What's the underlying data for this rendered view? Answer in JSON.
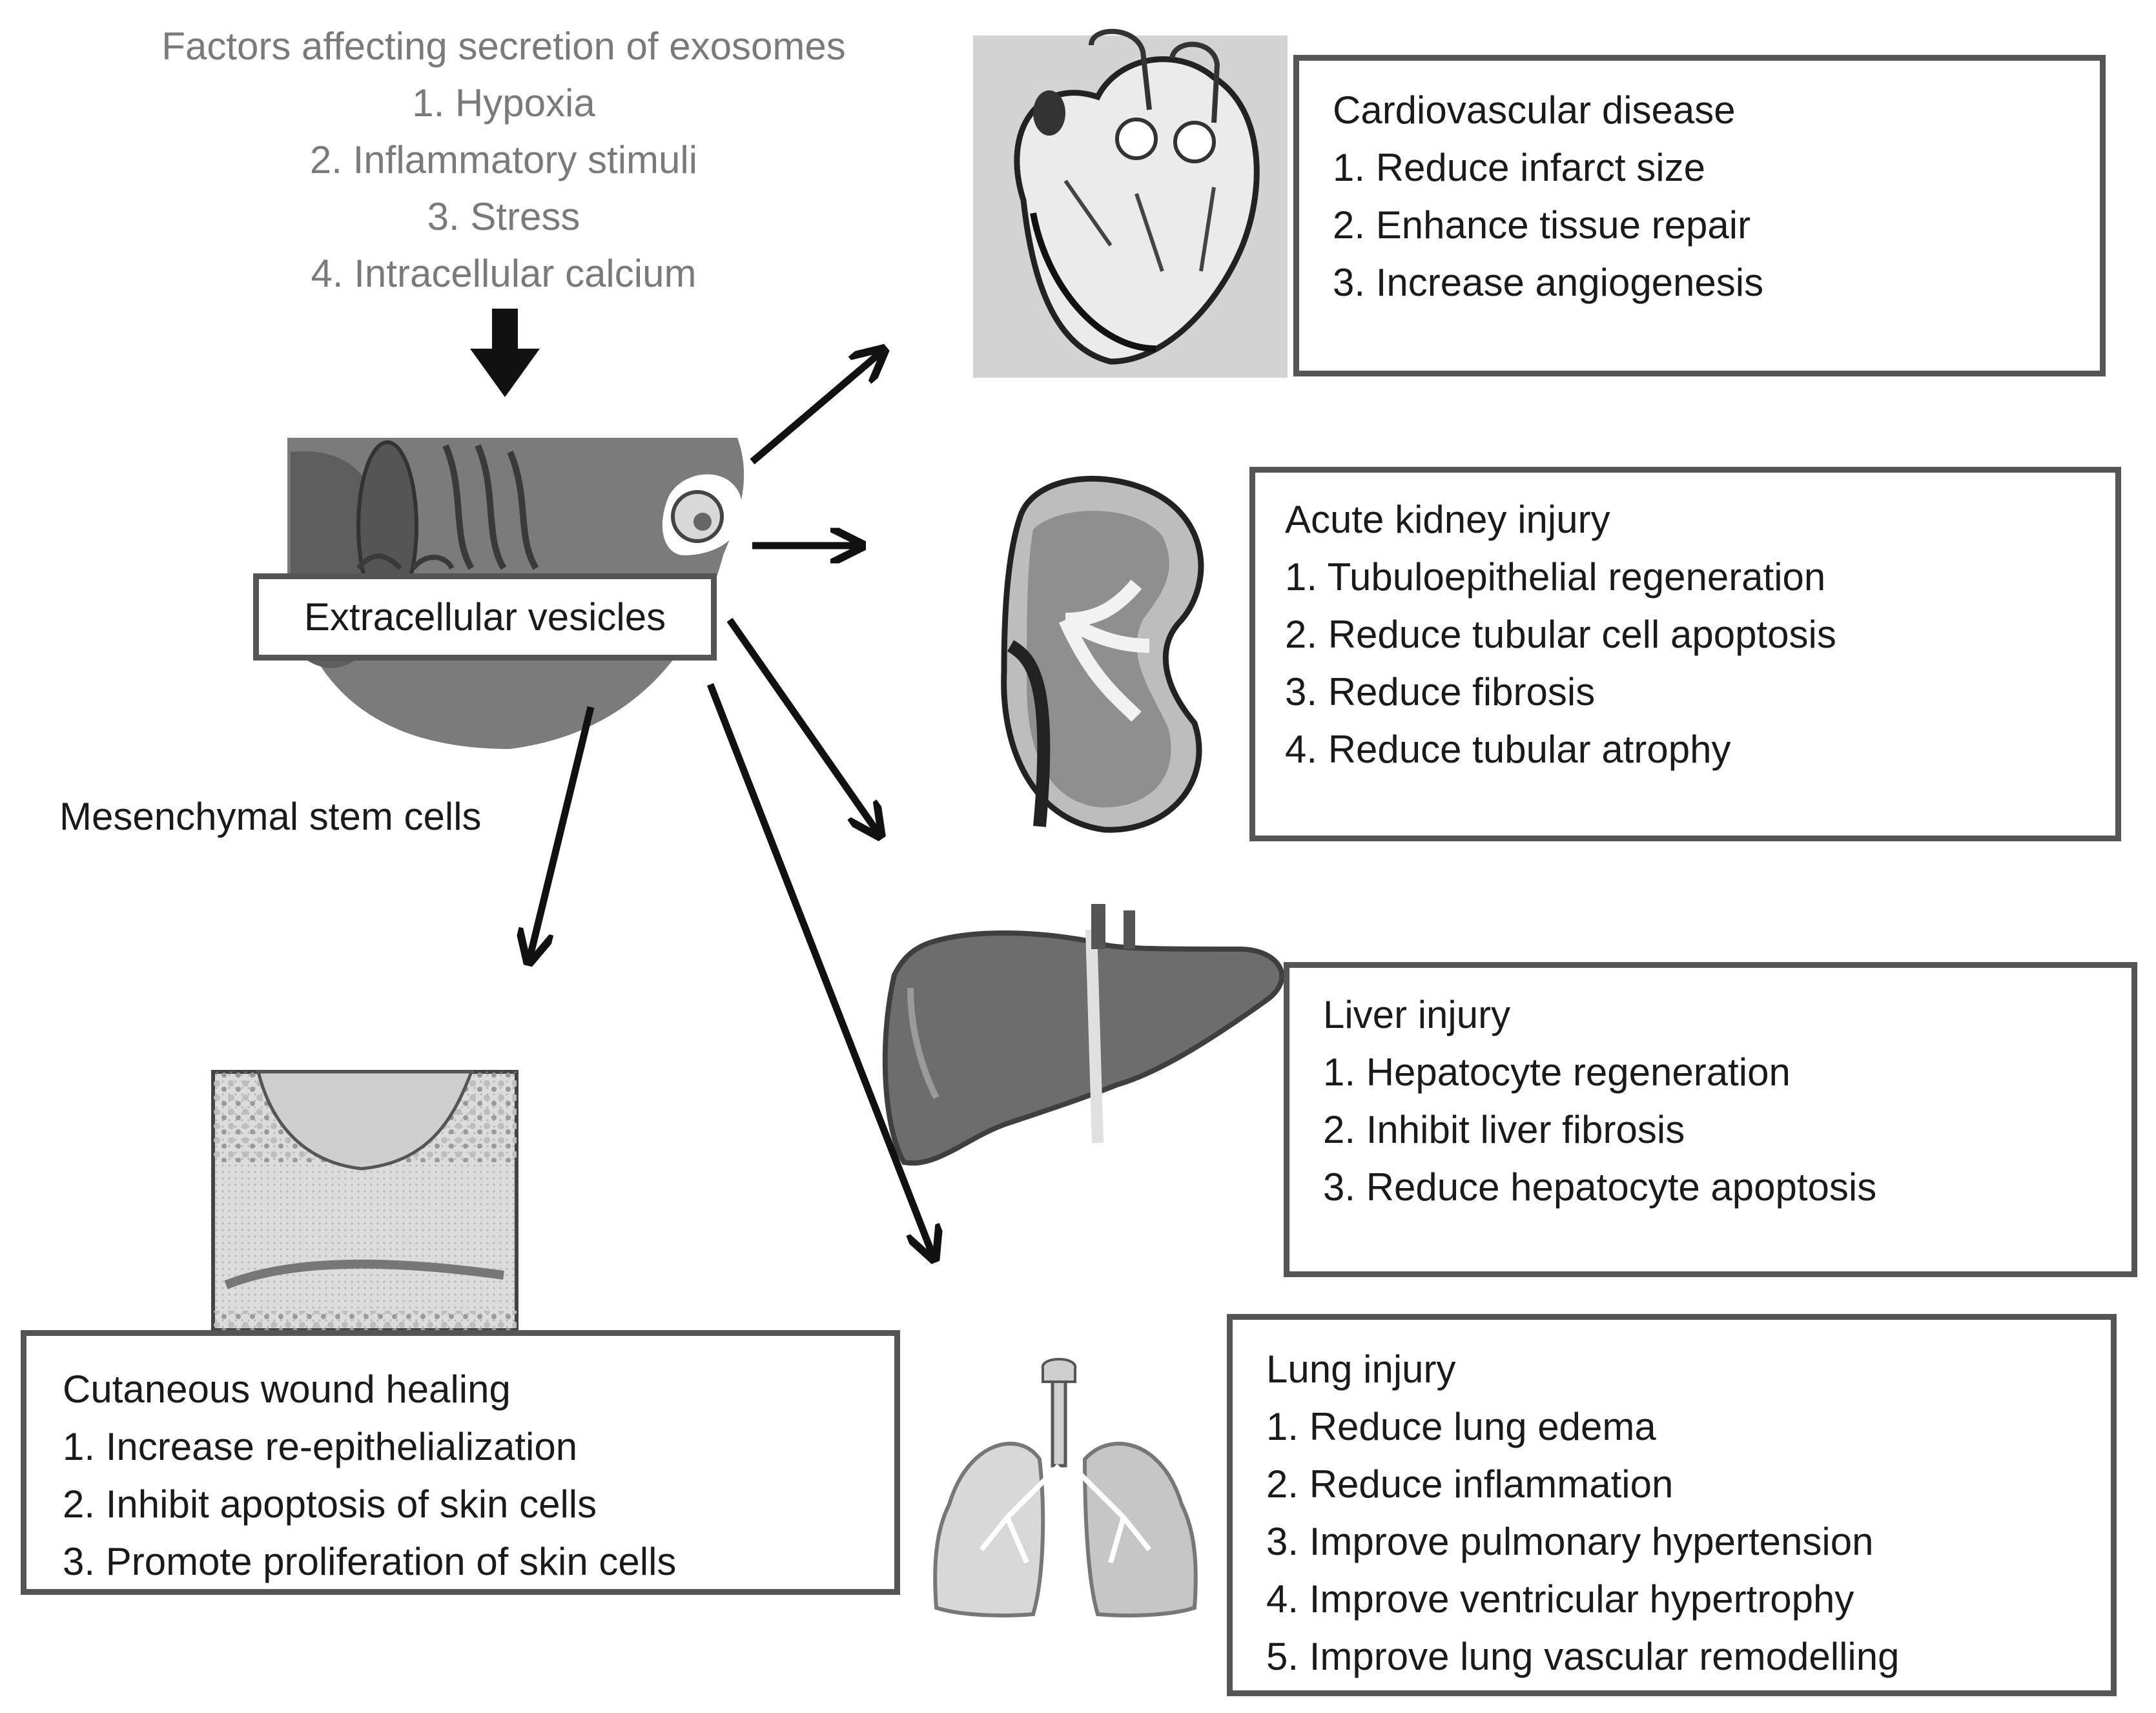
{
  "factors": {
    "title": "Factors affecting secretion of exosomes",
    "items": [
      "1. Hypoxia",
      "2. Inflammatory stimuli",
      "3. Stress",
      "4. Intracellular calcium"
    ]
  },
  "center": {
    "vesicles_label": "Extracellular vesicles",
    "stem_cells_label": "Mesenchymal stem cells"
  },
  "boxes": {
    "cardio": {
      "title": "Cardiovascular disease",
      "items": [
        "1. Reduce infarct size",
        "2. Enhance tissue repair",
        "3. Increase angiogenesis"
      ]
    },
    "kidney": {
      "title": "Acute kidney injury",
      "items": [
        "1. Tubuloepithelial regeneration",
        "2. Reduce tubular cell apoptosis",
        "3. Reduce fibrosis",
        "4. Reduce tubular atrophy"
      ]
    },
    "liver": {
      "title": "Liver injury",
      "items": [
        "1. Hepatocyte regeneration",
        "2. Inhibit liver fibrosis",
        "3. Reduce hepatocyte apoptosis"
      ]
    },
    "lung": {
      "title": "Lung injury",
      "items": [
        "1. Reduce lung edema",
        "2. Reduce inflammation",
        "3. Improve pulmonary hypertension",
        "4. Improve ventricular hypertrophy",
        "5. Improve lung vascular remodelling"
      ]
    },
    "skin": {
      "title": "Cutaneous wound healing",
      "items": [
        "1. Increase re-epithelialization",
        "2. Inhibit apoptosis of skin cells",
        "3. Promote proliferation of skin cells"
      ]
    }
  },
  "icons": {
    "heart": "heart-illustration",
    "kidney": "kidney-illustration",
    "liver": "liver-illustration",
    "lungs": "lungs-illustration",
    "skin": "skin-wound-illustration",
    "cell": "stem-cell-illustration"
  }
}
